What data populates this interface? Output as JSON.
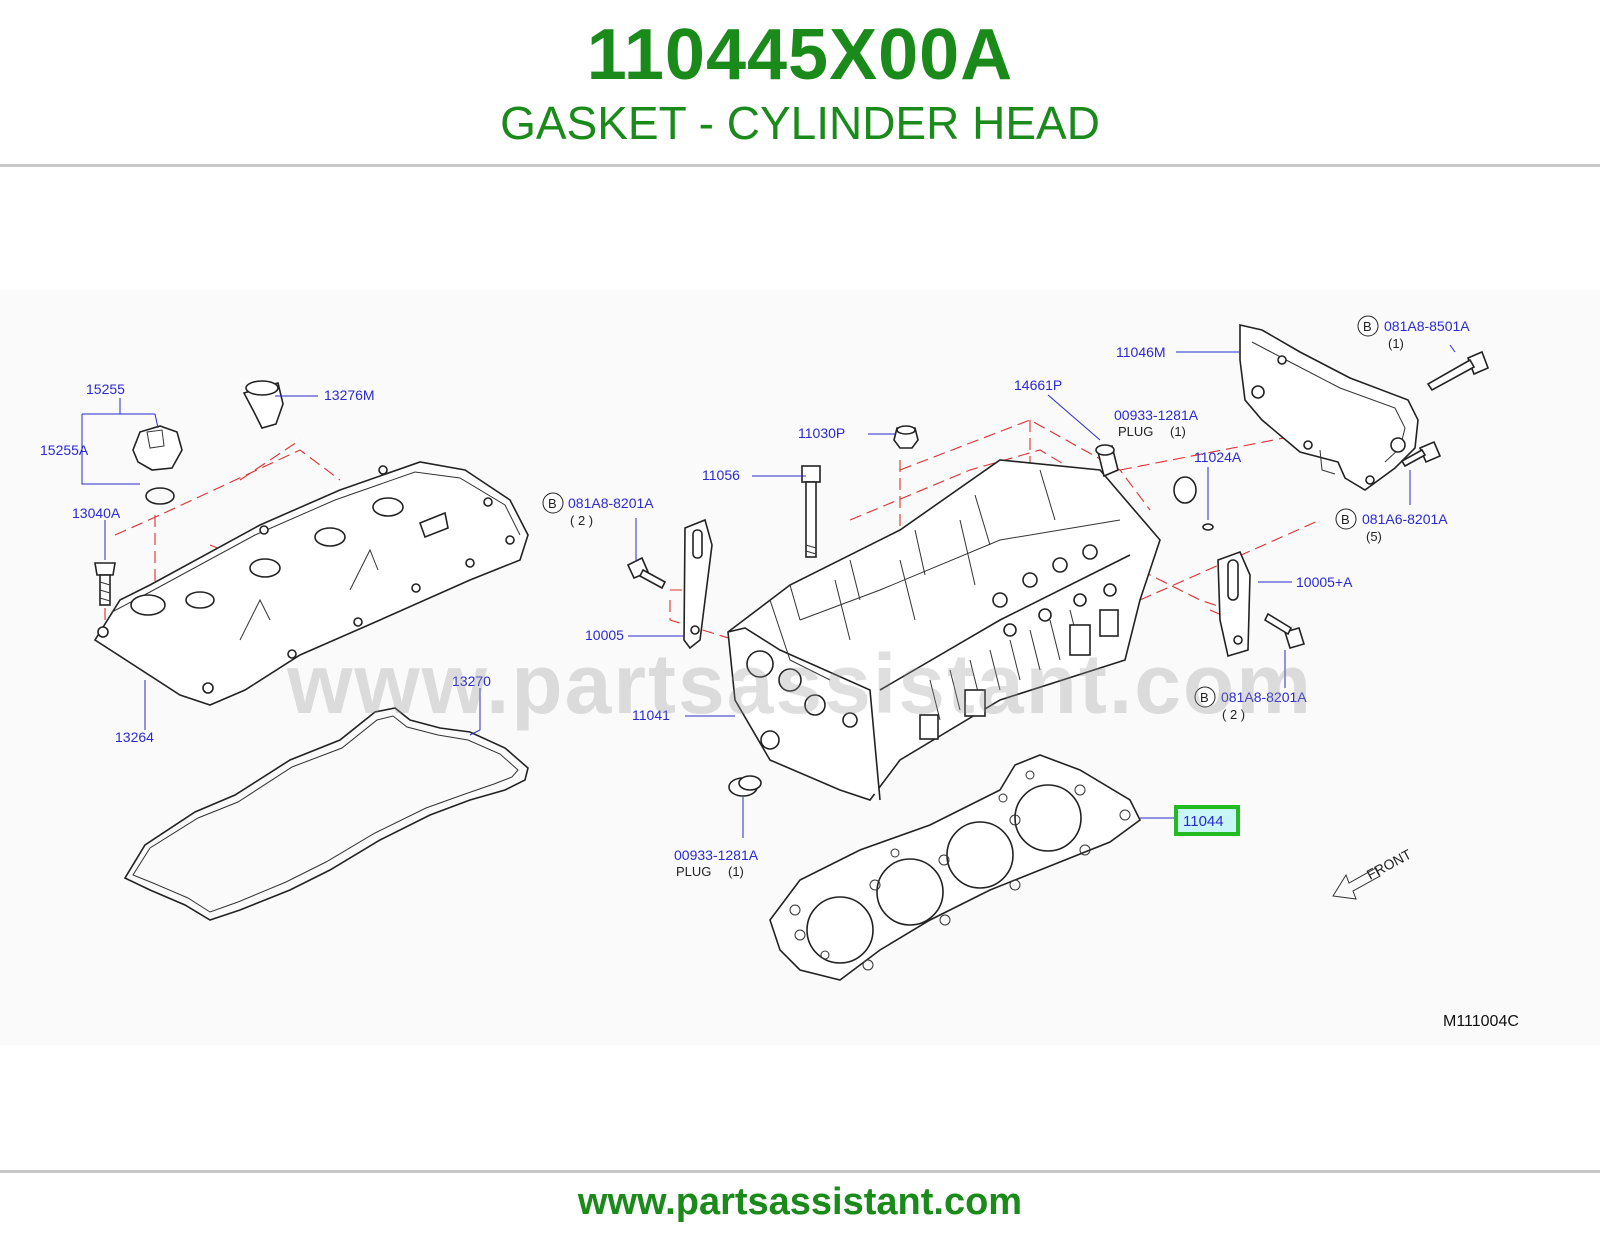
{
  "header": {
    "part_number": "110445X00A",
    "part_name": "GASKET - CYLINDER HEAD"
  },
  "footer": {
    "url": "www.partsassistant.com"
  },
  "watermark": "www.partsassistant.com",
  "diagram": {
    "reference_code": "M111004C",
    "front_label": "FRONT",
    "plug_label": "PLUG",
    "bolt_marker": "B",
    "labels": {
      "p15255": "15255",
      "p15255A": "15255A",
      "p13040A": "13040A",
      "p13276M": "13276M",
      "p13264": "13264",
      "p13270": "13270",
      "p11030P": "11030P",
      "p11056": "11056",
      "p081A8_8201A_a": "081A8-8201A",
      "p081A8_8201A_a_qty": "( 2 )",
      "p10005": "10005",
      "p11041": "11041",
      "p00933_1281A_a": "00933-1281A",
      "p00933_1281A_a_qty": "(1)",
      "p14661P": "14661P",
      "p00933_1281A_b": "00933-1281A",
      "p00933_1281A_b_qty": "(1)",
      "p11024A": "11024A",
      "p11046M": "11046M",
      "p081A8_8501A": "081A8-8501A",
      "p081A8_8501A_qty": "(1)",
      "p081A6_8201A": "081A6-8201A",
      "p081A6_8201A_qty": "(5)",
      "p10005A": "10005+A",
      "p081A8_8201A_b": "081A8-8201A",
      "p081A8_8201A_b_qty": "( 2 )",
      "p11044": "11044"
    },
    "highlighted_part": "11044"
  },
  "colors": {
    "brand_green": "#1a8a1a",
    "label_blue": "#2a2ad0",
    "highlight_green": "#22bb22",
    "highlight_fill": "#c8f5f5",
    "guide_red": "#e03030"
  }
}
